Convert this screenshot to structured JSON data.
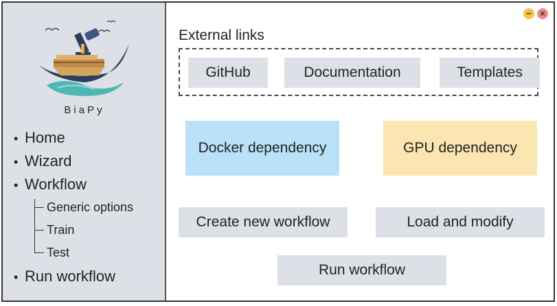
{
  "app": {
    "brand": "BiaPy"
  },
  "sidebar": {
    "items": [
      {
        "label": "Home"
      },
      {
        "label": "Wizard"
      },
      {
        "label": "Workflow"
      },
      {
        "label": "Run workflow"
      }
    ],
    "workflow_subitems": [
      {
        "label": "Generic options"
      },
      {
        "label": "Train"
      },
      {
        "label": "Test"
      }
    ]
  },
  "window_controls": {
    "minimize": "−",
    "close": "×"
  },
  "external_links": {
    "title": "External links",
    "buttons": [
      {
        "label": "GitHub"
      },
      {
        "label": "Documentation"
      },
      {
        "label": "Templates"
      }
    ]
  },
  "dependencies": {
    "docker": {
      "label": "Docker dependency",
      "color": "#b9e1f7"
    },
    "gpu": {
      "label": "GPU dependency",
      "color": "#fbe6b2"
    }
  },
  "actions": {
    "create": "Create new workflow",
    "load": "Load and modify",
    "run": "Run workflow"
  },
  "colors": {
    "sidebar_bg": "#dde1e7",
    "button_bg": "#dde1e7",
    "minimize": "#f5c242",
    "close": "#f0898d"
  },
  "icons": {
    "logo": "biapy-ship-logo"
  }
}
